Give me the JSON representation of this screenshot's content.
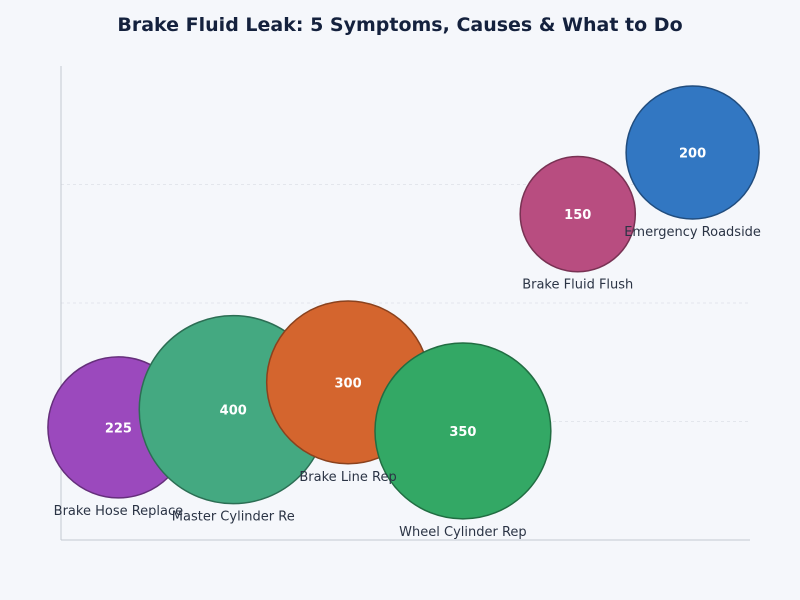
{
  "chart_data": {
    "type": "scatter",
    "title": "Brake Fluid Leak: 5 Symptoms, Causes & What to Do",
    "xlabel": "",
    "ylabel": "",
    "xlim": [
      0,
      6
    ],
    "ylim": [
      0,
      4
    ],
    "grid": true,
    "points": [
      {
        "label": "Brake Hose Replace",
        "x": 0.5,
        "y": 0.95,
        "value": 225,
        "color": "#9b49bd"
      },
      {
        "label": "Master Cylinder Re",
        "x": 1.5,
        "y": 1.1,
        "value": 400,
        "color": "#44a981"
      },
      {
        "label": "Brake Line Rep",
        "x": 2.5,
        "y": 1.33,
        "value": 300,
        "color": "#d4652e"
      },
      {
        "label": "Wheel Cylinder Rep",
        "x": 3.5,
        "y": 0.92,
        "value": 350,
        "color": "#33a865"
      },
      {
        "label": "Brake Fluid Flush",
        "x": 4.5,
        "y": 2.75,
        "value": 150,
        "color": "#b84d80"
      },
      {
        "label": "Emergency Roadside",
        "x": 5.5,
        "y": 3.27,
        "value": 200,
        "color": "#3277c2"
      }
    ]
  }
}
